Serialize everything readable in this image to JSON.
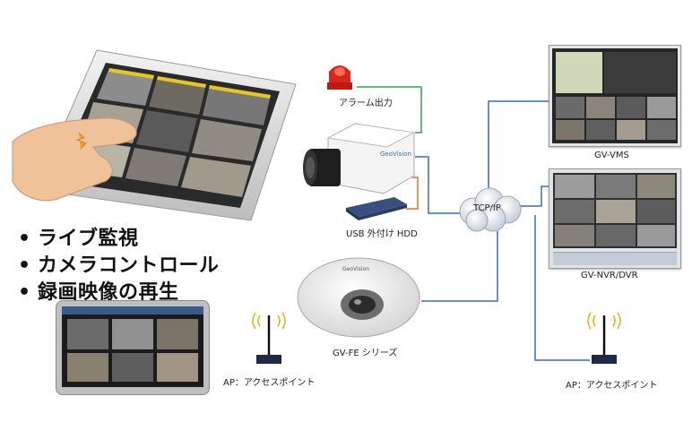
{
  "features": [
    "ライブ監視",
    "カメラコントロール",
    "録画映像の再生"
  ],
  "bullet_char": "•",
  "labels": {
    "alarm": "アラーム出力",
    "usb_hdd": "USB 外付け HDD",
    "tcpip": "TCP/IP",
    "fe_series": "GV-FE シリーズ",
    "vms": "GV-VMS",
    "nvr": "GV-NVR/DVR",
    "ap_left": "AP：アクセスポイント",
    "ap_right": "AP：アクセスポイント"
  },
  "colors": {
    "wire_blue": "#3a6fb0",
    "wire_green": "#3f9a4a",
    "wire_orange": "#e0702a",
    "alarm_red": "#d8261c"
  }
}
